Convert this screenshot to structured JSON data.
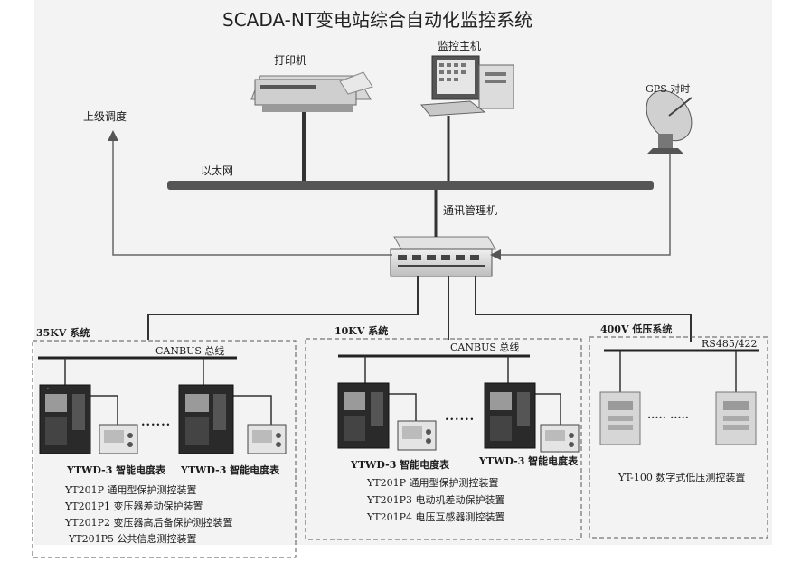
{
  "title": "SCADA-NT变电站综合自动化监控系统",
  "nodes": {
    "printer": "打印机",
    "monitor_host": "监控主机",
    "gps": "GPS 对时",
    "upper_dispatch": "上级调度",
    "ethernet": "以太网",
    "comm_manager": "通讯管理机"
  },
  "sections": {
    "kv35": {
      "label": "35KV 系统",
      "bus": "CANBUS 总线",
      "ellipsis": "......",
      "devices": [
        "YTWD-3 智能电度表",
        "YTWD-3 智能电度表"
      ],
      "items": [
        "YT201P 通用型保护测控装置",
        "YT201P1 变压器差动保护装置",
        "YT201P2 变压器高后备保护测控装置",
        "YT201P5 公共信息测控装置"
      ]
    },
    "kv10": {
      "label": "10KV 系统",
      "bus": "CANBUS 总线",
      "ellipsis": "......",
      "devices": [
        "YTWD-3 智能电度表",
        "YTWD-3 智能电度表"
      ],
      "items": [
        "YT201P 通用型保护测控装置",
        "YT201P3 电动机差动保护装置",
        "YT201P4 电压互感器测控装置"
      ]
    },
    "v400": {
      "label": "400V 低压系统",
      "bus": "RS485/422",
      "ellipsis": ".....   .....",
      "device": "YT-100 数字式低压测控装置"
    }
  },
  "panel_text": "·"
}
